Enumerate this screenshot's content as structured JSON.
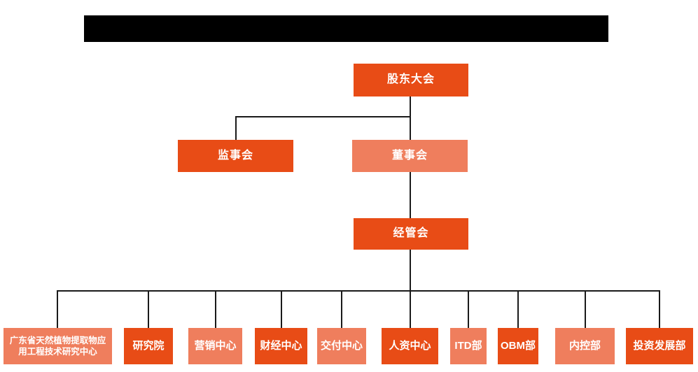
{
  "colors": {
    "node_primary": "#e84c16",
    "node_secondary": "#ef7e5d",
    "connector": "#1a1a1a",
    "title_bar": "#000000",
    "node_text": "#ffffff"
  },
  "org_chart": {
    "root": {
      "label": "股东大会"
    },
    "supervisory_board": {
      "label": "监事会"
    },
    "board_of_directors": {
      "label": "董事会"
    },
    "management_committee": {
      "label": "经管会"
    },
    "departments": [
      {
        "label": "广东省天然植物提取物应用工程技术研究中心"
      },
      {
        "label": "研究院"
      },
      {
        "label": "营销中心"
      },
      {
        "label": "财经中心"
      },
      {
        "label": "交付中心"
      },
      {
        "label": "人资中心"
      },
      {
        "label": "ITD部"
      },
      {
        "label": "OBM部"
      },
      {
        "label": "内控部"
      },
      {
        "label": "投资发展部"
      }
    ]
  }
}
